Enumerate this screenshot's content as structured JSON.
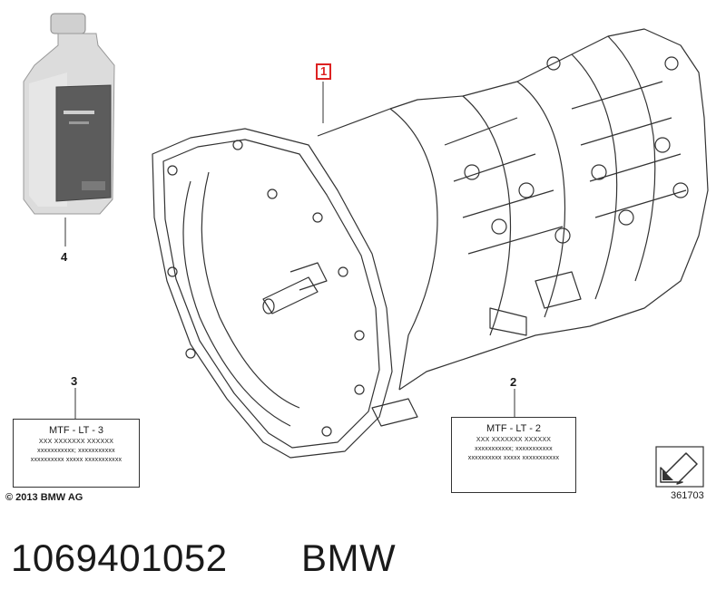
{
  "callouts": {
    "c1": "1",
    "c2": "2",
    "c3": "3",
    "c4": "4"
  },
  "label_card_3": {
    "title": "MTF - LT - 3",
    "line1": "XXX XXXXXXX XXXXXX",
    "line2": "xxxxxxxxxxx; xxxxxxxxxxx",
    "line3": "xxxxxxxxxx  xxxxx  xxxxxxxxxxx"
  },
  "label_card_2": {
    "title": "MTF - LT - 2",
    "line1": "XXX XXXXXXX XXXXXX",
    "line2": "xxxxxxxxxxx; xxxxxxxxxxx",
    "line3": "xxxxxxxxxx  xxxxx  xxxxxxxxxxx"
  },
  "copyright": "© 2013 BMW AG",
  "diagram_ref": "361703",
  "footer": {
    "part_number": "1069401052",
    "brand": "BMW"
  },
  "colors": {
    "line": "#333333",
    "callout_box": "#dd2222",
    "bottle_body": "#d9d9d9",
    "bottle_label": "#5a5a5a"
  }
}
